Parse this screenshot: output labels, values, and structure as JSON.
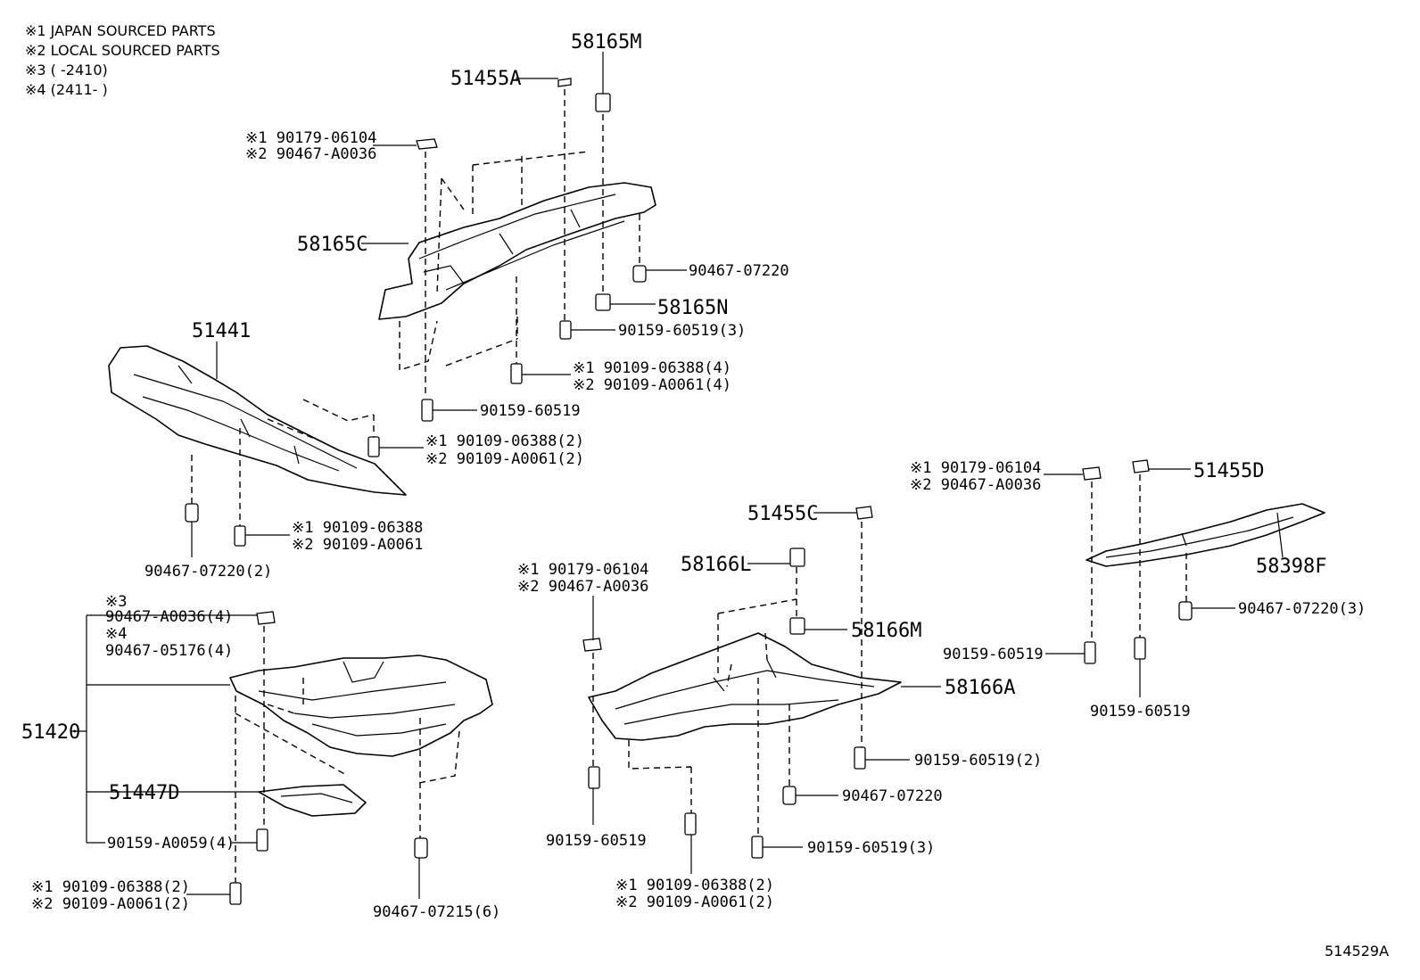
{
  "legend": {
    "line1": "※1 JAPAN SOURCED PARTS",
    "line2": "※2 LOCAL SOURCED PARTS",
    "line3": "※3 (        -2410)",
    "line4": "※4 (2411-        )"
  },
  "diagram_id": "514529A",
  "callouts": {
    "p58165M": "58165M",
    "p51455A": "51455A",
    "p90179_1": "※1 90179-06104",
    "p90467_2a": "※2 90467-A0036",
    "p58165C": "58165C",
    "p90467_07220a": "90467-07220",
    "p58165N": "58165N",
    "p90159_3a": "90159-60519(3)",
    "p90109_1a": "※1 90109-06388(4)",
    "p90109_2a": "※2 90109-A0061(4)",
    "p90159_b": "90159-60519",
    "p51441": "51441",
    "p90109_1b": "※1 90109-06388(2)",
    "p90109_2b": "※2 90109-A0061(2)",
    "p90109_1c": "※1 90109-06388",
    "p90109_2c": "※2 90109-A0061",
    "p90467_07220_2": "90467-07220(2)",
    "p_note3": "※3",
    "p90467_A0036_4": "90467-A0036(4)",
    "p_note4": "※4",
    "p90467_05176_4": "90467-05176(4)",
    "p51420": "51420",
    "p51447D": "51447D",
    "p90159_A0059_4": "90159-A0059(4)",
    "p90109_1d": "※1 90109-06388(2)",
    "p90109_2d": "※2 90109-A0061(2)",
    "p90467_07215_6": "90467-07215(6)",
    "p90179_1b": "※1 90179-06104",
    "p90467_2b": "※2 90467-A0036",
    "p90159_c": "90159-60519",
    "p58166L": "58166L",
    "p51455C": "51455C",
    "p58166M": "58166M",
    "p58166A": "58166A",
    "p90159_2": "90159-60519(2)",
    "p90467_07220b": "90467-07220",
    "p90159_3b": "90159-60519(3)",
    "p90109_1e": "※1 90109-06388(2)",
    "p90109_2e": "※2 90109-A0061(2)",
    "p90179_1c": "※1 90179-06104",
    "p90467_2c": "※2 90467-A0036",
    "p51455D": "51455D",
    "p58398F": "58398F",
    "p90467_07220_3": "90467-07220(3)",
    "p90159_d": "90159-60519",
    "p90159_e": "90159-60519"
  }
}
